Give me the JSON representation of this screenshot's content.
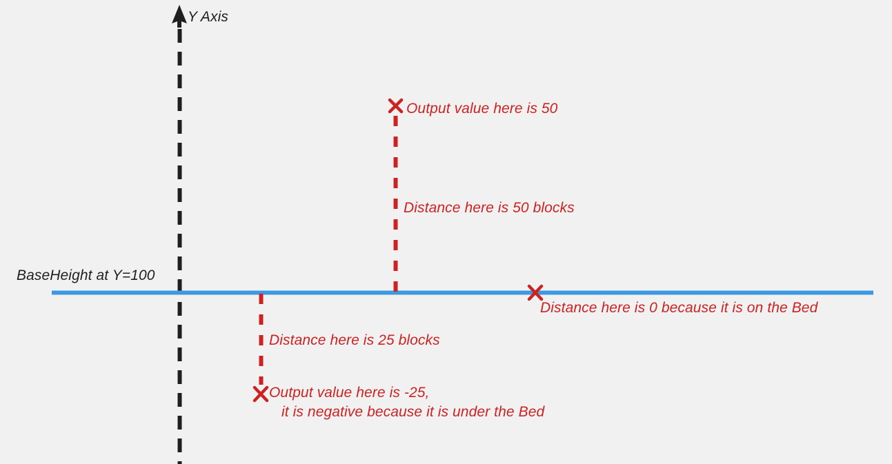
{
  "diagram": {
    "background_color": "#f1f1f1",
    "axis_color": "#1f1f1f",
    "bed_line_color": "#3d9ae2",
    "marker_color": "#cc2222",
    "y_axis_label": "Y Axis",
    "base_height_label": "BaseHeight at Y=100",
    "annotations": {
      "output_50": "Output value here is 50",
      "distance_50": "Distance here is 50 blocks",
      "distance_0": "Distance here is 0 because it is on the Bed",
      "distance_25": "Distance here is 25 blocks",
      "output_neg25_line1": "Output value here is -25,",
      "output_neg25_line2": "it is negative because it is under the Bed"
    },
    "icons": {
      "y_axis_arrow": "up-arrow-icon",
      "marker": "x-cross-icon"
    }
  },
  "chart_data": {
    "type": "line",
    "title": "BaseHeight at Y=100",
    "xlabel": "",
    "ylabel": "Y Axis",
    "grid": false,
    "legend": "none",
    "reference_lines": [
      {
        "name": "y-axis",
        "orientation": "vertical",
        "style": "dashed",
        "color": "#1f1f1f",
        "label": "Y Axis"
      },
      {
        "name": "base-height-bed",
        "orientation": "horizontal",
        "style": "solid",
        "color": "#3d9ae2",
        "label": "BaseHeight at Y=100",
        "value": 100
      }
    ],
    "points": [
      {
        "name": "above-bed-sample",
        "output_value": 50,
        "distance_blocks": 50,
        "position": "above",
        "marker": "x",
        "color": "#cc2222",
        "labels": [
          "Output value here is 50",
          "Distance here is 50 blocks"
        ]
      },
      {
        "name": "on-bed-sample",
        "output_value": 0,
        "distance_blocks": 0,
        "position": "on",
        "marker": "x",
        "color": "#cc2222",
        "labels": [
          "Distance here is 0 because it is on the Bed"
        ]
      },
      {
        "name": "below-bed-sample",
        "output_value": -25,
        "distance_blocks": 25,
        "position": "below",
        "marker": "x",
        "color": "#cc2222",
        "labels": [
          "Distance here is 25 blocks",
          "Output value here is -25,",
          "it is negative because it is under the Bed"
        ]
      }
    ]
  }
}
